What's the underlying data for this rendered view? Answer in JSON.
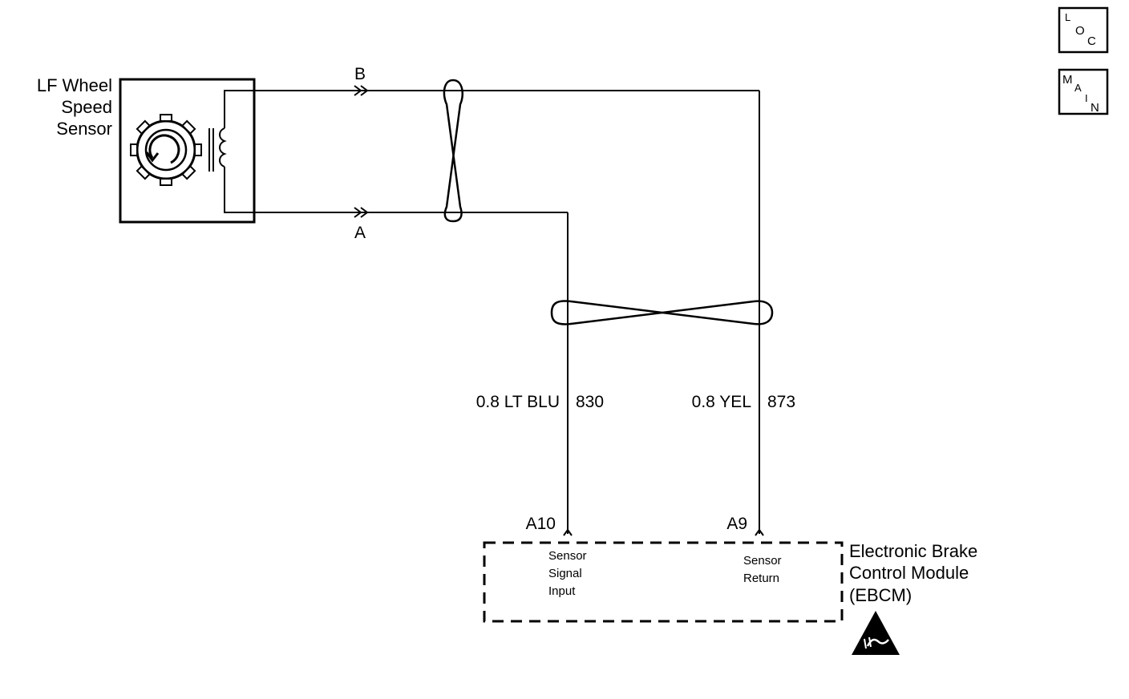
{
  "sensor": {
    "label_lines": [
      "LF Wheel",
      "Speed",
      "Sensor"
    ]
  },
  "terminals": {
    "top": "B",
    "bottom": "A",
    "ebcm_signal_pin": "A10",
    "ebcm_return_pin": "A9"
  },
  "wires": {
    "signal": {
      "size_color": "0.8 LT BLU",
      "circuit": "830"
    },
    "return": {
      "size_color": "0.8 YEL",
      "circuit": "873"
    }
  },
  "ebcm": {
    "label_lines": [
      "Electronic Brake",
      "Control Module",
      "(EBCM)"
    ],
    "signal_label_lines": [
      "Sensor",
      "Signal",
      "Input"
    ],
    "return_label_lines": [
      "Sensor",
      "Return"
    ]
  },
  "nav_buttons": {
    "loc": {
      "letters": [
        "L",
        "O",
        "C"
      ]
    },
    "main": {
      "letters": [
        "M",
        "A",
        "I",
        "N"
      ]
    }
  },
  "colors": {
    "line": "#000000",
    "background": "#ffffff"
  }
}
